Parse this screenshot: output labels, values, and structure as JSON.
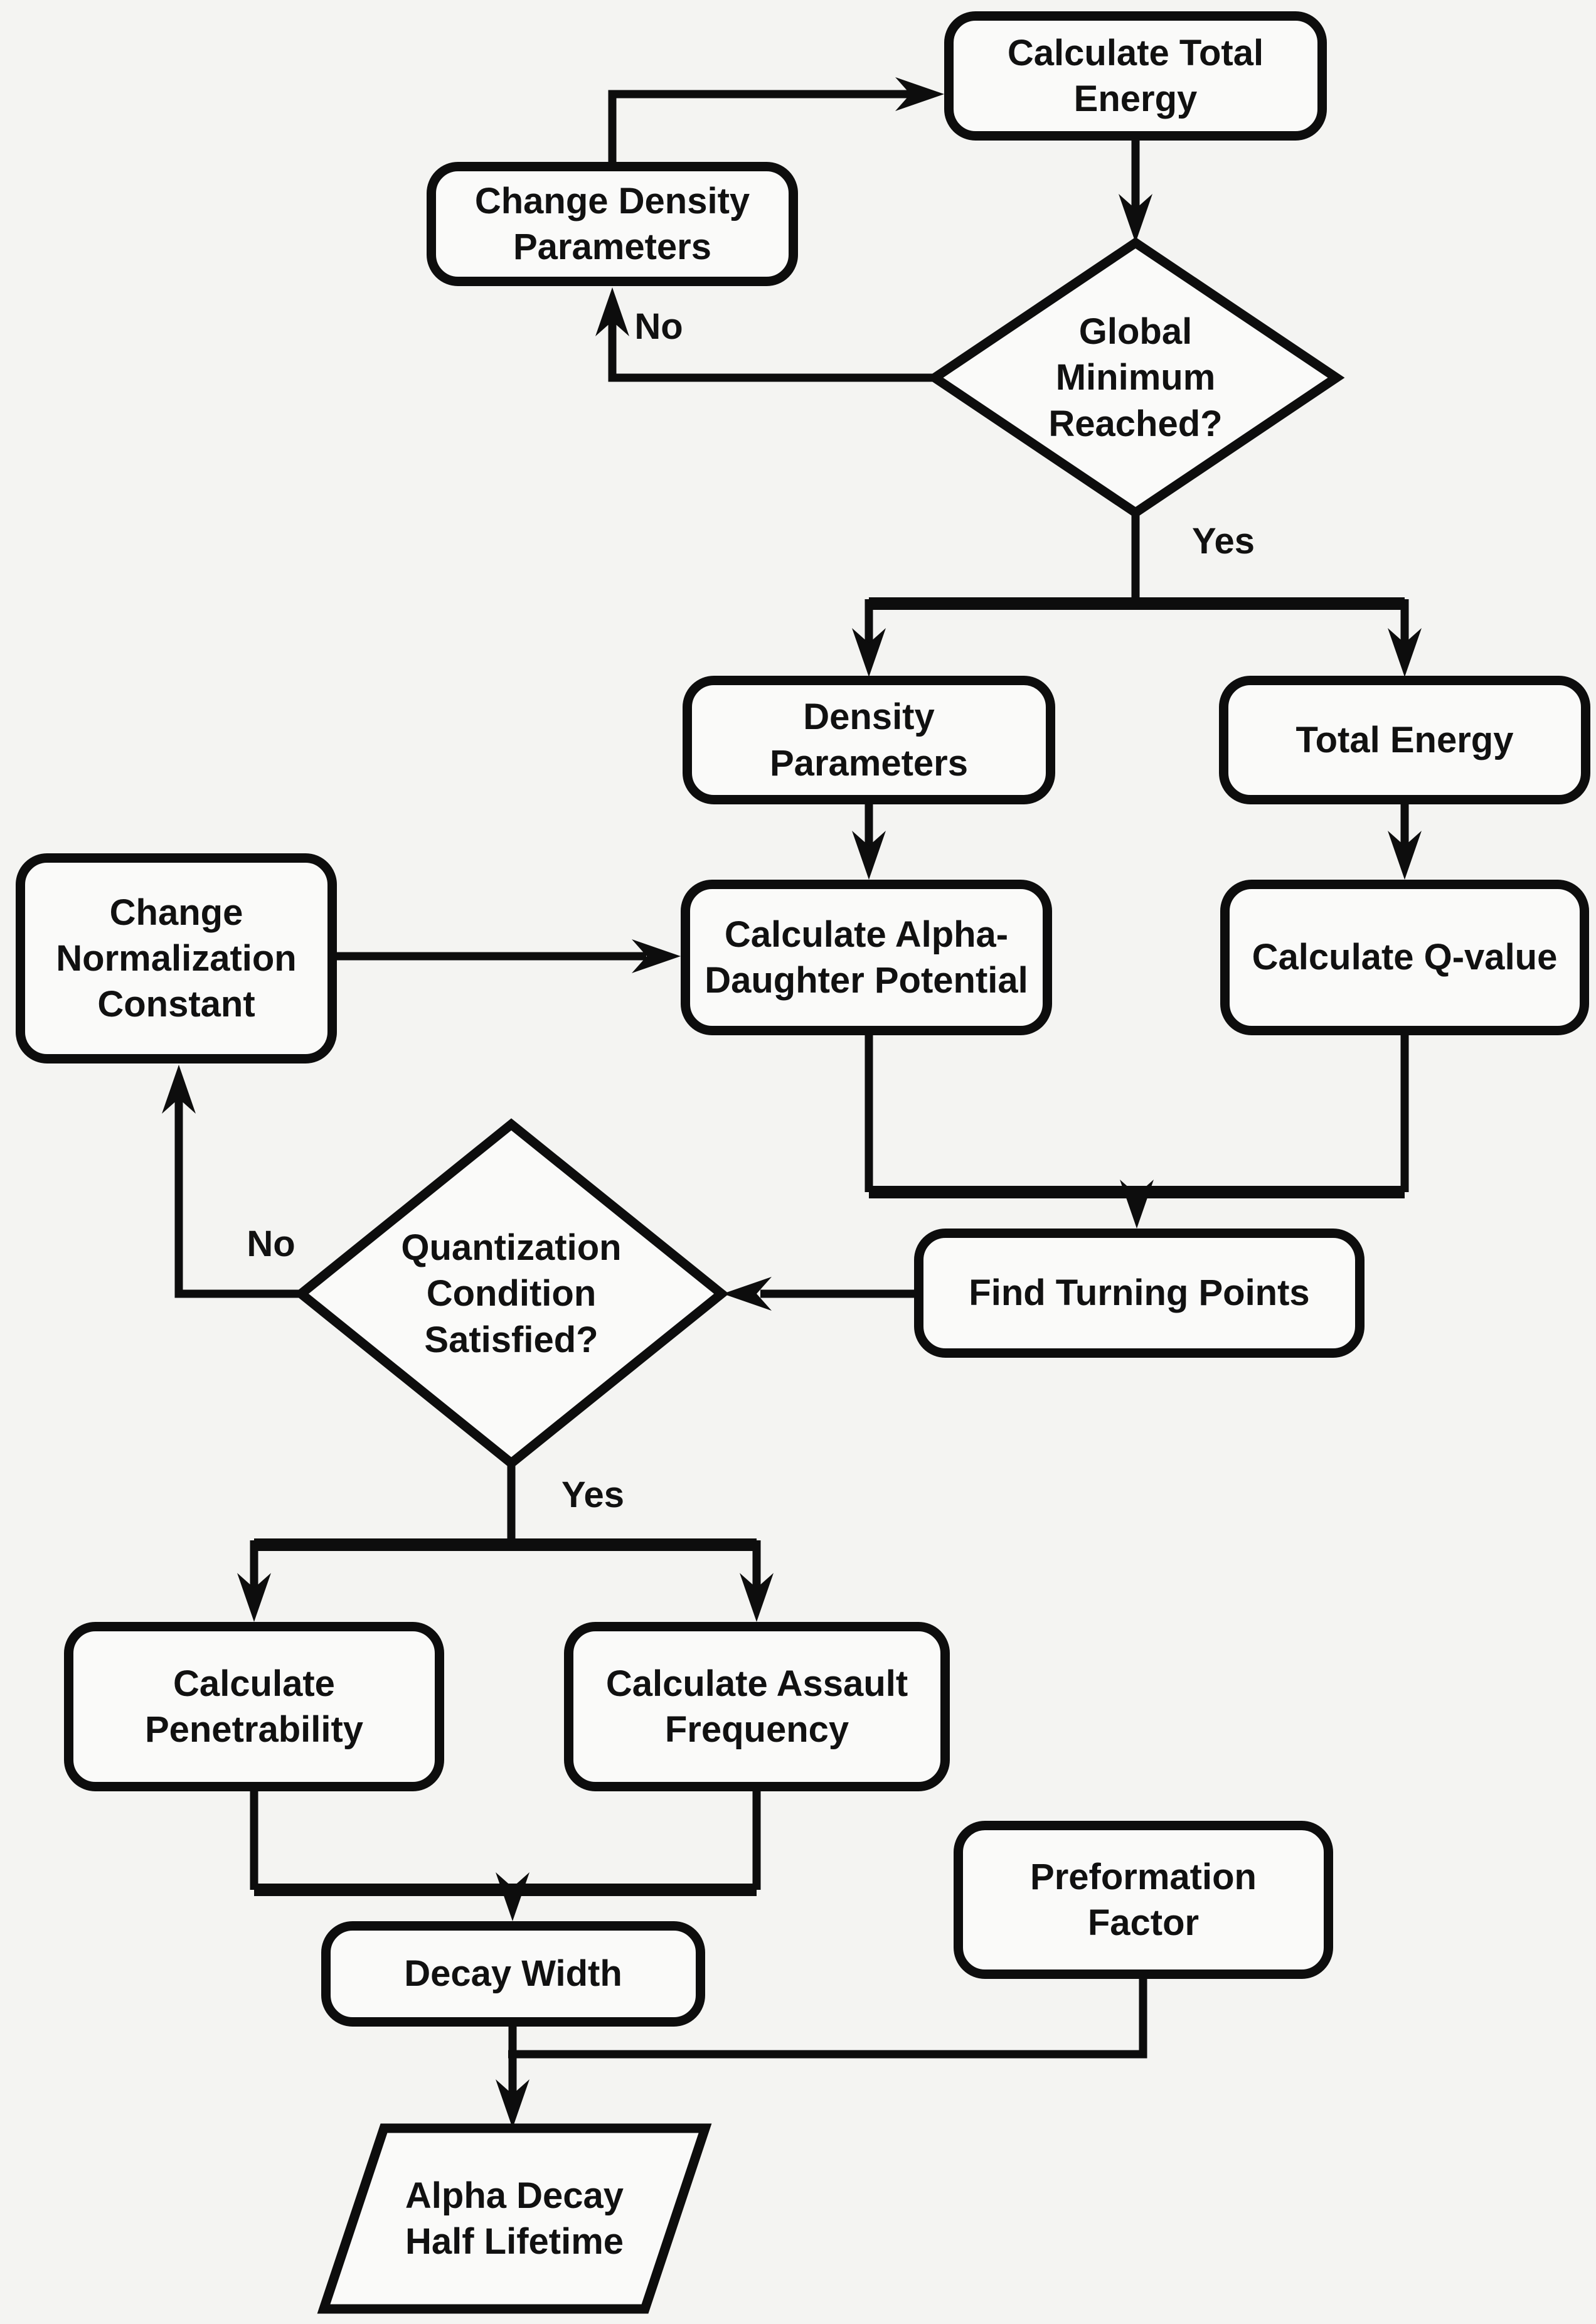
{
  "nodes": {
    "calc_total_energy": {
      "label": "Calculate Total\nEnergy",
      "shape": "rounded-rect"
    },
    "change_density_parameters": {
      "label": "Change Density\nParameters",
      "shape": "rounded-rect"
    },
    "global_minimum_reached": {
      "label": "Global\nMinimum\nReached?",
      "shape": "diamond"
    },
    "density_parameters": {
      "label": "Density\nParameters",
      "shape": "rounded-rect"
    },
    "total_energy": {
      "label": "Total Energy",
      "shape": "rounded-rect"
    },
    "change_normalization_constant": {
      "label": "Change\nNormalization\nConstant",
      "shape": "rounded-rect"
    },
    "calc_alpha_daughter_potential": {
      "label": "Calculate Alpha-\nDaughter Potential",
      "shape": "rounded-rect"
    },
    "calc_q_value": {
      "label": "Calculate Q-value",
      "shape": "rounded-rect"
    },
    "find_turning_points": {
      "label": "Find Turning Points",
      "shape": "rounded-rect"
    },
    "quantization_condition": {
      "label": "Quantization\nCondition\nSatisfied?",
      "shape": "diamond"
    },
    "calc_penetrability": {
      "label": "Calculate\nPenetrability",
      "shape": "rounded-rect"
    },
    "calc_assault_frequency": {
      "label": "Calculate Assault\nFrequency",
      "shape": "rounded-rect"
    },
    "decay_width": {
      "label": "Decay Width",
      "shape": "rounded-rect"
    },
    "preformation_factor": {
      "label": "Preformation\nFactor",
      "shape": "rounded-rect"
    },
    "alpha_decay_half_lifetime": {
      "label": "Alpha Decay\nHalf Lifetime",
      "shape": "parallelogram"
    }
  },
  "edge_labels": {
    "global_minimum_no": "No",
    "global_minimum_yes": "Yes",
    "quantization_no": "No",
    "quantization_yes": "Yes"
  },
  "colors": {
    "background": "#f4f4f2",
    "stroke": "#0d0d0d",
    "node_fill": "#fafaf9",
    "text": "#111111"
  }
}
